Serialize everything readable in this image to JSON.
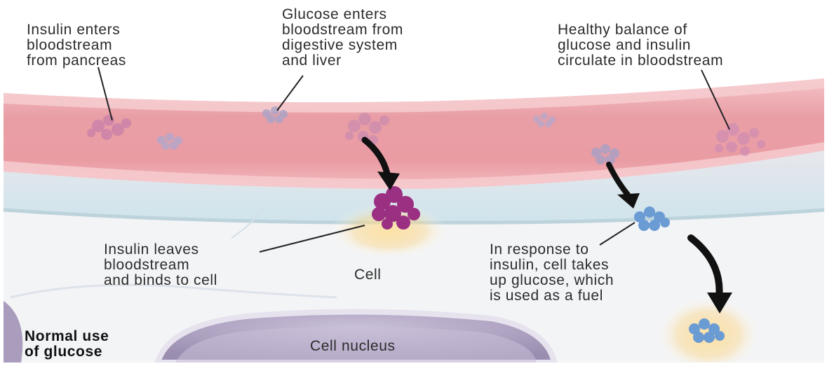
{
  "labels": {
    "insulin_enters": "Insulin enters\nbloodstream\nfrom pancreas",
    "glucose_enters": "Glucose enters\nbloodstream from\ndigestive system\nand liver",
    "healthy_balance": "Healthy balance of\nglucose and insulin\ncirculate in bloodstream",
    "insulin_leaves": "Insulin leaves\nbloodstream\nand binds to cell",
    "cell": "Cell",
    "response": "In response to\ninsulin, cell takes\nup glucose, which\nis used as a fuel",
    "normal_use": "Normal use\nof glucose",
    "nucleus": "Cell nucleus"
  },
  "icons": {
    "insulin": "insulin-molecule-icon",
    "glucose": "glucose-molecule-icon",
    "arrow": "curved-arrow-icon"
  },
  "colors": {
    "vessel": "#e9a0a6",
    "vessel_wall": "#f3c2c6",
    "cell_fluid": "#dfeef3",
    "cell_body": "#f2f4f6",
    "nucleus": "#a99cbc",
    "insulin": "#9b3a86",
    "glucose": "#6a98cf",
    "glow": "#f7c978"
  }
}
